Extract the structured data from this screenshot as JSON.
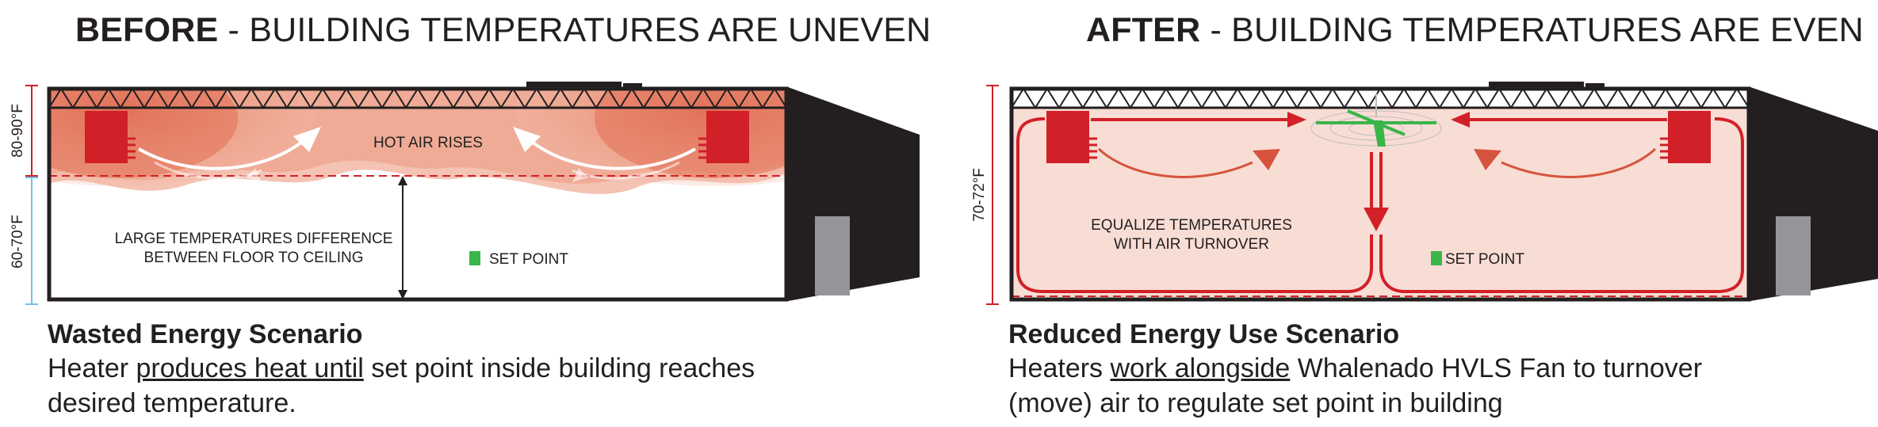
{
  "before": {
    "heading_bold": "BEFORE",
    "heading_rest": "- BUILDING TEMPERATURES ARE UNEVEN",
    "zone_top_label": "80-90°F",
    "zone_bottom_label": "60-70°F",
    "hot_air_label": "HOT AIR RISES",
    "difference_label_line1": "LARGE TEMPERATURES DIFFERENCE",
    "difference_label_line2": "BETWEEN FLOOR TO CEILING",
    "set_point_label": "SET POINT",
    "caption_title": "Wasted Energy Scenario",
    "caption_part1": "Heater ",
    "caption_underlined": "produces heat until",
    "caption_part2": " set point inside building reaches desired temperature."
  },
  "after": {
    "heading_bold": "AFTER",
    "heading_rest": "- BUILDING TEMPERATURES ARE EVEN",
    "zone_label": "70-72°F",
    "equalize_label_line1": "EQUALIZE TEMPERATURES",
    "equalize_label_line2": "WITH AIR TURNOVER",
    "set_point_label": "SET POINT",
    "caption_title": "Reduced Energy Use Scenario",
    "caption_part1": "Heaters ",
    "caption_underlined": "work alongside",
    "caption_part2": " Whalenado HVLS Fan to turnover (move) air to regulate set point in building"
  },
  "colors": {
    "heater": "#d12027",
    "hot_zone": "#e8846c",
    "warm_fill": "#f7dcd2",
    "set_point": "#3ab54a",
    "fan": "#3ab54a",
    "building": "#231f20",
    "door": "#939598",
    "cool_scale": "#6cc5e8"
  }
}
